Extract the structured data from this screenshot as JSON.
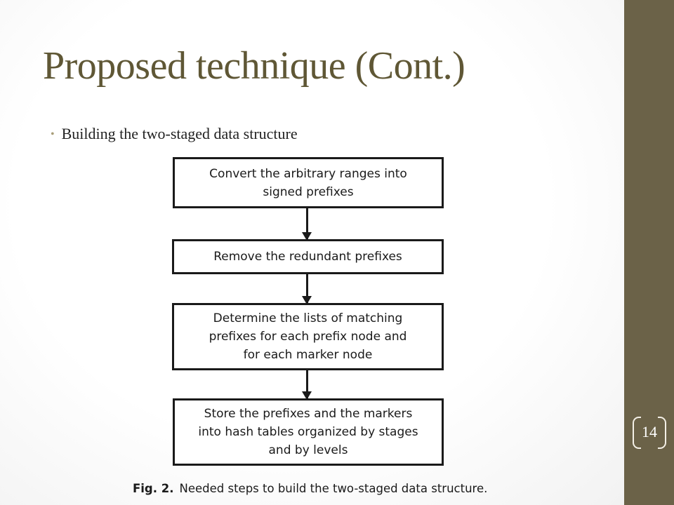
{
  "slide": {
    "title": "Proposed technique (Cont.)",
    "bullet": "Building the two-staged data structure",
    "page_number": "14"
  },
  "figure": {
    "steps": [
      "Convert the arbitrary ranges into\nsigned prefixes",
      "Remove the redundant prefixes",
      "Determine the lists of matching\nprefixes for each prefix node and\nfor each marker node",
      "Store the prefixes and the markers\ninto hash tables organized by stages\nand by levels"
    ],
    "caption_label": "Fig. 2.",
    "caption_text": "Needed steps to build the two-staged data structure."
  },
  "colors": {
    "title": "#5f5735",
    "sidebar": "#6b6248",
    "bullet_dot": "#a89d78"
  }
}
